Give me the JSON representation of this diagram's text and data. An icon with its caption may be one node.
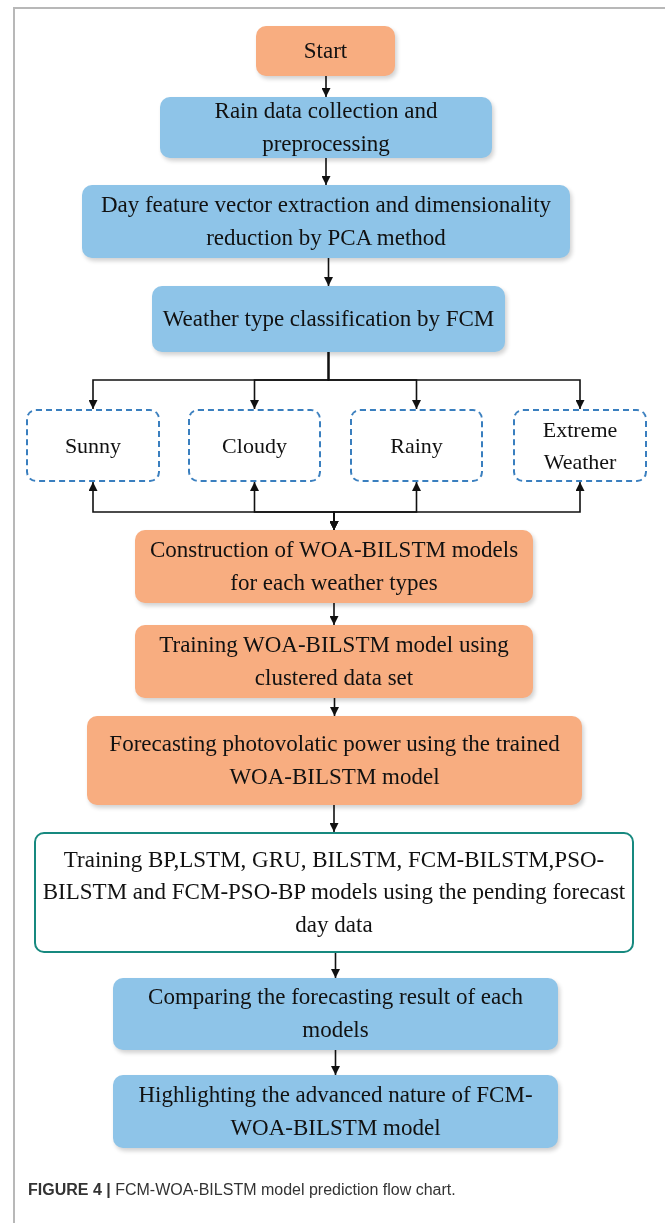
{
  "diagram": {
    "caption": "**FIGURE 4 |** FCM-WOA-BILSTM model prediction flow chart.",
    "nodes": [
      {
        "text": [
          "Start"
        ]
      },
      {
        "text": [
          "Rain data collection and preprocessing"
        ]
      },
      {
        "text": [
          "Day feature vector extraction and dimensionality reduction by PCA method"
        ]
      },
      {
        "text": [
          "Weather type classification by FCM"
        ]
      },
      {
        "text": [
          "Sunny"
        ]
      },
      {
        "text": [
          "Cloudy"
        ]
      },
      {
        "text": [
          "Rainy"
        ]
      },
      {
        "text": [
          "Extreme Weather"
        ]
      },
      {
        "text": [
          "Construction of WOA-BILSTM models for each weather types"
        ]
      },
      {
        "text": [
          "Training WOA-BILSTM model using clustered data set"
        ]
      },
      {
        "text": [
          "Forecasting photovolatic power using the trained WOA-BILSTM model"
        ]
      },
      {
        "text": [
          "Training BP,LSTM, GRU, BILSTM, FCM-BILSTM,PSO-BILSTM and FCM-PSO-BP models using the pending forecast day data"
        ]
      },
      {
        "text": [
          "Comparing the forecasting result of each models"
        ]
      },
      {
        "text": [
          "Highlighting the advanced nature of FCM-WOA-BILSTM model"
        ]
      }
    ],
    "edges": [
      {
        "from": 0,
        "to": 1,
        "arrow": "to"
      },
      {
        "from": 1,
        "to": 2,
        "arrow": "to"
      },
      {
        "from": 2,
        "to": 3,
        "arrow": "to"
      },
      {
        "from": 3,
        "to": 4,
        "arrow": "to"
      },
      {
        "from": 3,
        "to": 5,
        "arrow": "to"
      },
      {
        "from": 3,
        "to": 6,
        "arrow": "to"
      },
      {
        "from": 3,
        "to": 7,
        "arrow": "to"
      },
      {
        "from": 4,
        "to": 8,
        "arrow": "both"
      },
      {
        "from": 5,
        "to": 8,
        "arrow": "both"
      },
      {
        "from": 6,
        "to": 8,
        "arrow": "both"
      },
      {
        "from": 7,
        "to": 8,
        "arrow": "both"
      },
      {
        "from": 8,
        "to": 9,
        "arrow": "to"
      },
      {
        "from": 9,
        "to": 10,
        "arrow": "to"
      },
      {
        "from": 10,
        "to": 11,
        "arrow": "to"
      },
      {
        "from": 11,
        "to": 12,
        "arrow": "to"
      },
      {
        "from": 12,
        "to": 13,
        "arrow": "to"
      }
    ]
  }
}
